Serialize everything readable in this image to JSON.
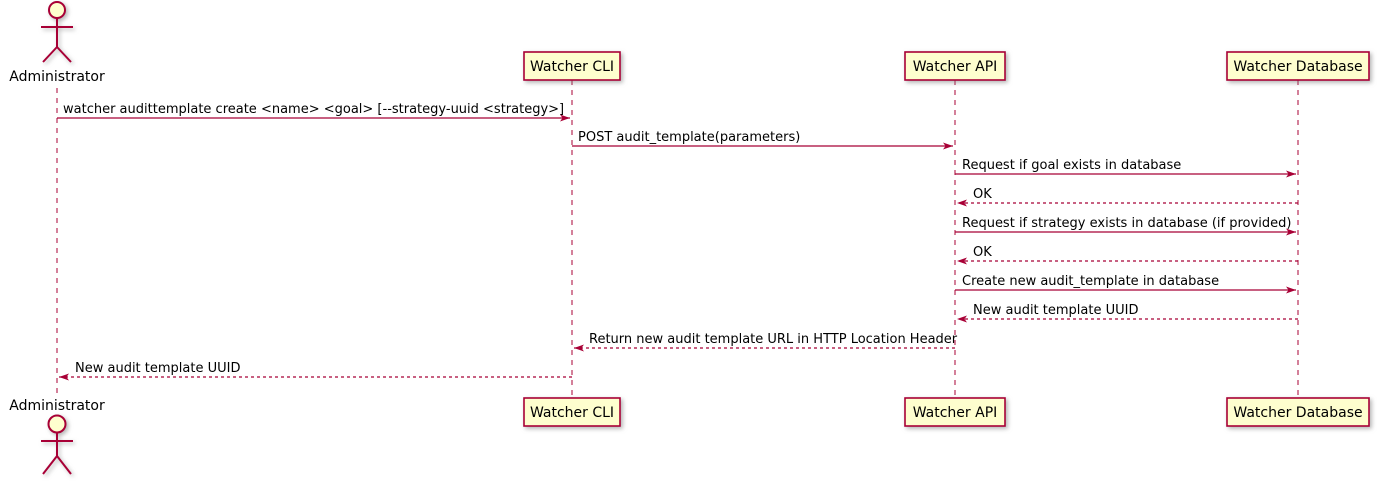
{
  "diagram": {
    "type": "sequence",
    "actor": {
      "name": "Administrator"
    },
    "participants": [
      {
        "label": "Watcher CLI"
      },
      {
        "label": "Watcher API"
      },
      {
        "label": "Watcher Database"
      }
    ],
    "messages": [
      {
        "from": "Administrator",
        "to": "Watcher CLI",
        "style": "solid",
        "label": "watcher audittemplate create <name> <goal> [--strategy-uuid <strategy>]"
      },
      {
        "from": "Watcher CLI",
        "to": "Watcher API",
        "style": "solid",
        "label": "POST audit_template(parameters)"
      },
      {
        "from": "Watcher API",
        "to": "Watcher Database",
        "style": "solid",
        "label": "Request if goal exists in database"
      },
      {
        "from": "Watcher Database",
        "to": "Watcher API",
        "style": "dashed",
        "label": "OK"
      },
      {
        "from": "Watcher API",
        "to": "Watcher Database",
        "style": "solid",
        "label": "Request if strategy exists in database (if provided)"
      },
      {
        "from": "Watcher Database",
        "to": "Watcher API",
        "style": "dashed",
        "label": "OK"
      },
      {
        "from": "Watcher API",
        "to": "Watcher Database",
        "style": "solid",
        "label": "Create new audit_template in database"
      },
      {
        "from": "Watcher Database",
        "to": "Watcher API",
        "style": "dashed",
        "label": "New audit template UUID"
      },
      {
        "from": "Watcher API",
        "to": "Watcher CLI",
        "style": "dashed",
        "label": "Return new audit template URL in HTTP Location Header"
      },
      {
        "from": "Watcher CLI",
        "to": "Administrator",
        "style": "dashed",
        "label": "New audit template UUID"
      }
    ],
    "colors": {
      "accent": "#A80036",
      "participant_fill": "#FEFECE",
      "background": "#FFFFFF",
      "shadow": "#888888"
    }
  }
}
